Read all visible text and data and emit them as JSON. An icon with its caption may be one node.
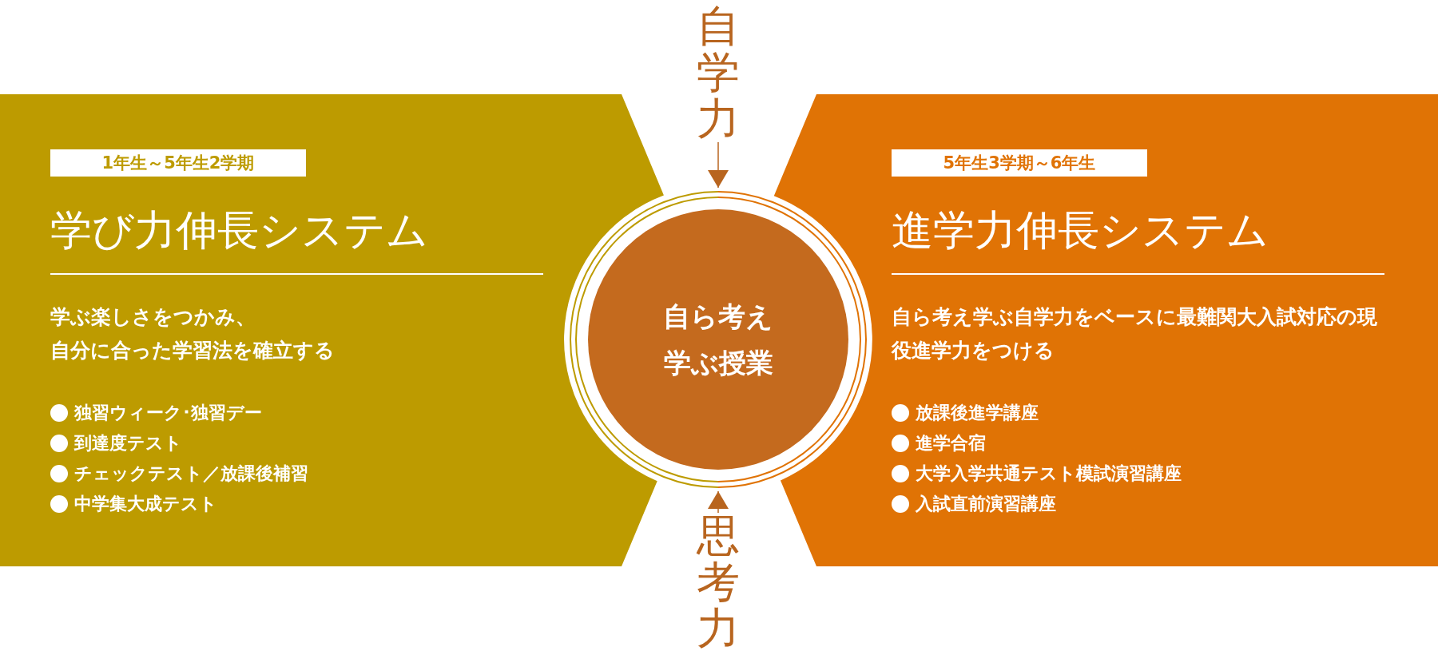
{
  "diagram": {
    "nodes": [
      {
        "text": [
          "1年生～5年生2学期",
          "学び力伸長システム",
          "学ぶ楽しさをつかみ、自分に合った学習法を確立する",
          "独習ウィーク･独習デー",
          "到達度テスト",
          "チェックテスト／放課後補習",
          "中学集大成テスト"
        ]
      },
      {
        "text": [
          "5年生3学期～6年生",
          "進学力伸長システム",
          "自ら考え学ぶ自学力をベースに最難関大入試対応の現役進学力をつける",
          "放課後進学講座",
          "進学合宿",
          "大学入学共通テスト模試演習講座",
          "入試直前演習講座"
        ]
      },
      {
        "text": [
          "自ら考え学ぶ授業"
        ]
      },
      {
        "text": [
          "自学力"
        ]
      },
      {
        "text": [
          "思考力"
        ]
      }
    ],
    "edges": [
      {
        "from": 3,
        "to": 2,
        "arrow": "to"
      },
      {
        "from": 4,
        "to": 2,
        "arrow": "to"
      }
    ]
  }
}
